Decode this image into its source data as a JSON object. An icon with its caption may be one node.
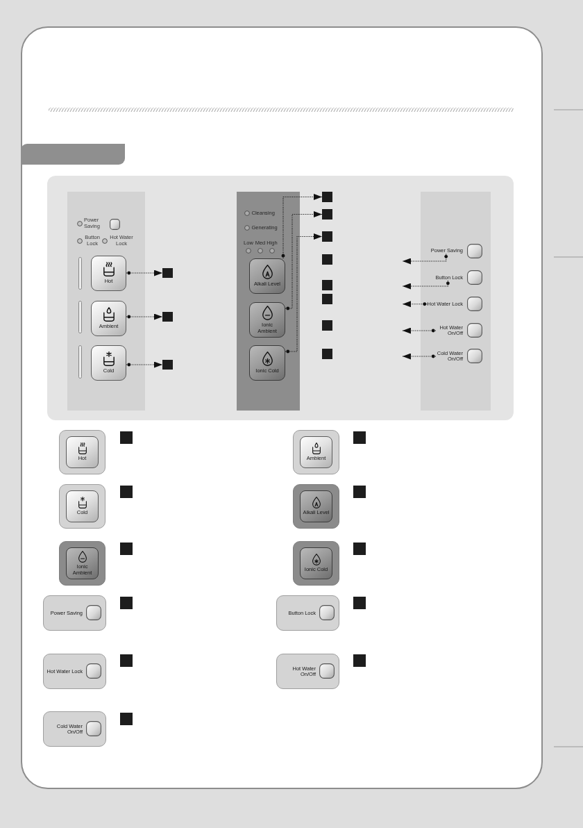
{
  "diagram": {
    "nodes": [
      {
        "text": [],
        "shape": "box"
      },
      {
        "text": [],
        "shape": "box"
      },
      {
        "text": [
          "Hot"
        ],
        "in": 1
      },
      {
        "text": [
          "Ambient"
        ],
        "in": 1
      },
      {
        "text": [
          "Cold"
        ],
        "in": 1
      },
      {
        "text": [],
        "shape": "box"
      },
      {
        "text": [
          "Alkali Level"
        ],
        "in": 5
      },
      {
        "text": [
          "Ionic Ambient"
        ],
        "in": 5
      },
      {
        "text": [
          "Ionic Cold"
        ],
        "in": 5
      },
      {
        "text": [],
        "shape": "box"
      },
      {
        "text": [
          "Power Saving"
        ],
        "in": 9
      },
      {
        "text": [
          "Button Lock"
        ],
        "in": 9
      },
      {
        "text": [
          "Hot Water Lock"
        ],
        "in": 9
      },
      {
        "text": [
          "Hot Water On/Off"
        ],
        "in": 9
      },
      {
        "text": [
          "Cold Water On/Off"
        ],
        "in": 9
      },
      {
        "text": [],
        "shape": "box"
      },
      {
        "text": [],
        "shape": "box"
      },
      {
        "text": [],
        "shape": "box"
      },
      {
        "text": [],
        "shape": "box"
      },
      {
        "text": [],
        "shape": "box"
      },
      {
        "text": [],
        "shape": "box"
      },
      {
        "text": [],
        "shape": "box"
      },
      {
        "text": [],
        "shape": "box"
      },
      {
        "text": [],
        "shape": "box"
      },
      {
        "text": [],
        "shape": "box"
      },
      {
        "text": [],
        "shape": "box"
      },
      {
        "text": [
          "Hot"
        ]
      },
      {
        "text": [],
        "shape": "box"
      },
      {
        "text": [
          "Ambient"
        ]
      },
      {
        "text": [],
        "shape": "box"
      },
      {
        "text": [
          "Cold"
        ]
      },
      {
        "text": [],
        "shape": "box"
      },
      {
        "text": [
          "Alkali Level"
        ]
      },
      {
        "text": [],
        "shape": "box"
      },
      {
        "text": [
          "Ionic Ambient"
        ]
      },
      {
        "text": [],
        "shape": "box"
      },
      {
        "text": [
          "Ionic Cold"
        ]
      },
      {
        "text": [],
        "shape": "box"
      },
      {
        "text": [
          "Power Saving"
        ]
      },
      {
        "text": [],
        "shape": "box"
      },
      {
        "text": [
          "Button Lock"
        ]
      },
      {
        "text": [],
        "shape": "box"
      },
      {
        "text": [
          "Hot Water Lock"
        ]
      },
      {
        "text": [],
        "shape": "box"
      },
      {
        "text": [
          "Hot Water On/Off"
        ]
      },
      {
        "text": [],
        "shape": "box"
      },
      {
        "text": [
          "Cold Water On/Off"
        ]
      },
      {
        "text": [],
        "shape": "box"
      }
    ],
    "edges": [
      {
        "from": 2,
        "to": 15,
        "arrow": "to",
        "style": "dashed"
      },
      {
        "from": 3,
        "to": 16,
        "arrow": "to",
        "style": "dashed"
      },
      {
        "from": 4,
        "to": 17,
        "arrow": "to",
        "style": "dashed"
      },
      {
        "from": 6,
        "to": 18,
        "arrow": "to",
        "style": "dashed"
      },
      {
        "from": 7,
        "to": 19,
        "arrow": "to",
        "style": "dashed"
      },
      {
        "from": 8,
        "to": 20,
        "arrow": "to",
        "style": "dashed"
      },
      {
        "from": 10,
        "to": null,
        "arrow": "to",
        "style": "dashed"
      },
      {
        "from": 11,
        "to": null,
        "arrow": "to",
        "style": "dashed"
      },
      {
        "from": 12,
        "to": null,
        "arrow": "to",
        "style": "dashed"
      },
      {
        "from": 13,
        "to": null,
        "arrow": "to",
        "style": "dashed"
      },
      {
        "from": 14,
        "to": null,
        "arrow": "to",
        "style": "dashed"
      }
    ],
    "labels": [
      "Power Saving",
      "Button Lock",
      "Hot Water Lock",
      "Cleansing",
      "Generating",
      "Low",
      "Med",
      "High"
    ]
  }
}
